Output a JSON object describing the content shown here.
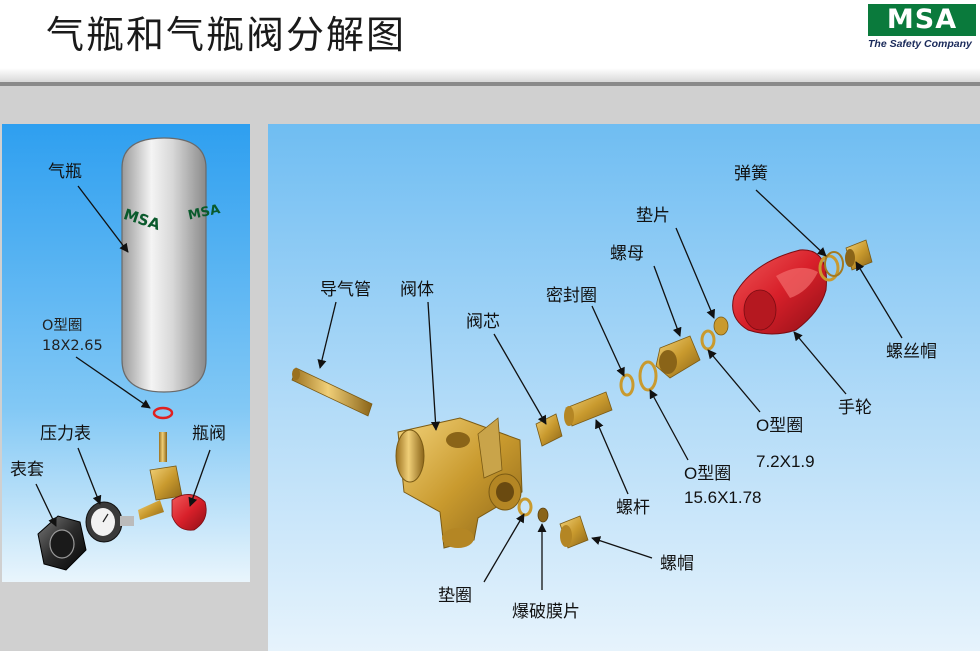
{
  "header": {
    "title": "气瓶和气瓶阀分解图"
  },
  "logo": {
    "brand": "MSA",
    "tagline": "The Safety Company",
    "brand_color": "#0a7a3c"
  },
  "cylinder_panel": {
    "labels": {
      "cylinder": "气瓶",
      "oring": "O型圈",
      "oring_spec": "18X2.65",
      "pressure_gauge": "压力表",
      "cylinder_valve": "瓶阀",
      "gauge_cover": "表套"
    },
    "cylinder_marking": "MSA"
  },
  "valve_panel": {
    "labels": {
      "spring": "弹簧",
      "gasket_top": "垫片",
      "nut": "螺母",
      "seal_ring": "密封圈",
      "guide_tube": "导气管",
      "valve_body": "阀体",
      "valve_core": "阀芯",
      "cap_screw": "螺丝帽",
      "handwheel": "手轮",
      "oring_small": "O型圈",
      "oring_small_spec": "7.2X1.9",
      "oring_large": "O型圈",
      "oring_large_spec": "15.6X1.78",
      "stem": "螺杆",
      "bonnet": "螺帽",
      "gasket_bottom": "垫圈",
      "burst_disc": "爆破膜片"
    }
  },
  "colors": {
    "brass": "#c99a2e",
    "handwheel": "#d8202a",
    "panel_blue": "#2e9ff0"
  }
}
